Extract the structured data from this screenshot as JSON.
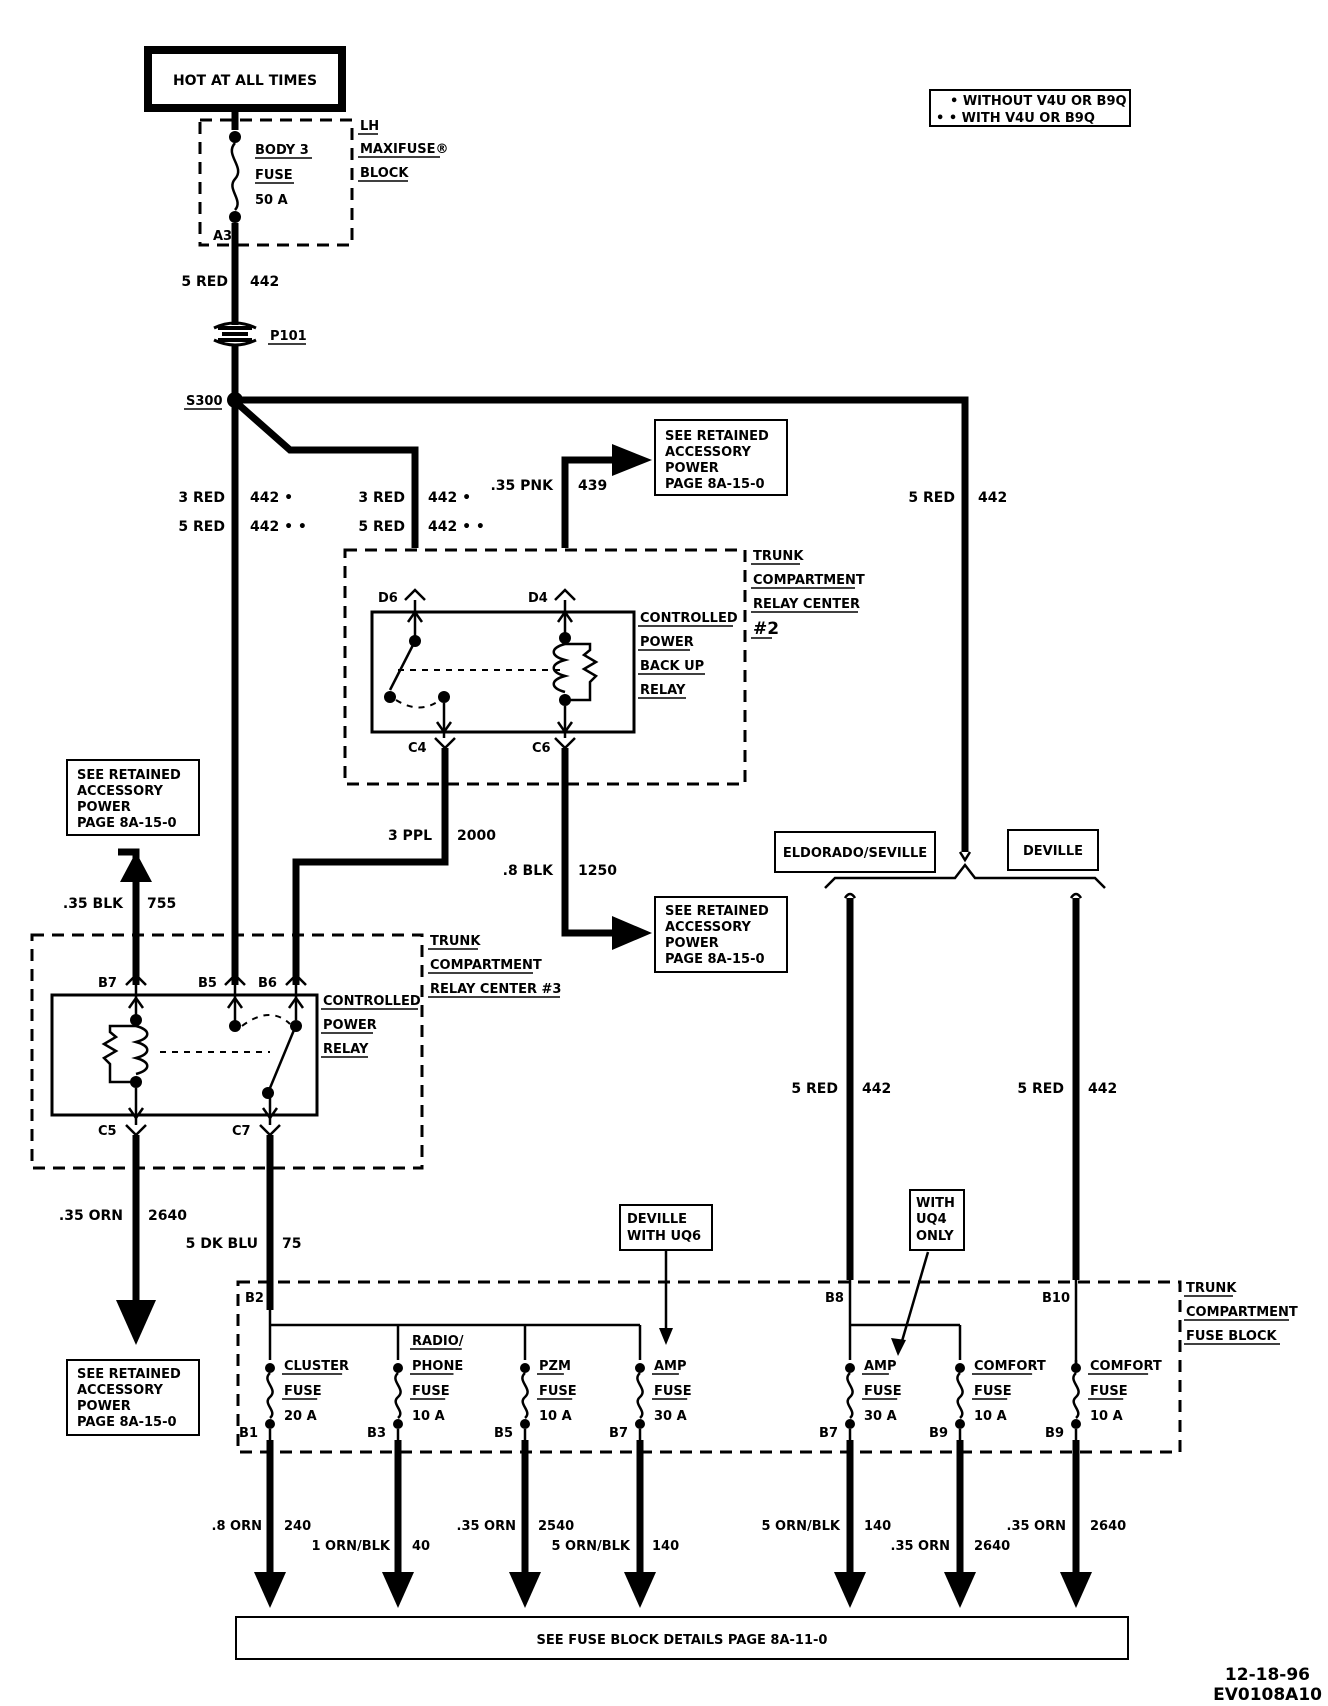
{
  "header": {
    "hot_label": "HOT AT ALL TIMES"
  },
  "legend": {
    "line1": "• WITHOUT V4U OR B9Q",
    "line2": "• • WITH V4U OR B9Q"
  },
  "maxifuse": {
    "block_l1": "LH",
    "block_l2": "MAXIFUSE®",
    "block_l3": "BLOCK",
    "fuse_l1": "BODY 3",
    "fuse_l2": "FUSE",
    "fuse_l3": "50 A",
    "pin": "A3"
  },
  "wires": {
    "w1_gauge": "5 RED",
    "w1_num": "442",
    "p101": "P101",
    "s300": "S300",
    "left_a_gauge": "3 RED",
    "left_a_num": "442 •",
    "left_b_gauge": "5 RED",
    "left_b_num": "442 • •",
    "mid_a_gauge": "3 RED",
    "mid_a_num": "442 •",
    "mid_b_gauge": "5 RED",
    "mid_b_num": "442 • •",
    "pnk_gauge": ".35 PNK",
    "pnk_num": "439",
    "right_gauge": "5 RED",
    "right_num": "442",
    "ppl_gauge": "3 PPL",
    "ppl_num": "2000",
    "blk1250_gauge": ".8 BLK",
    "blk1250_num": "1250",
    "blk755_gauge": ".35 BLK",
    "blk755_num": "755",
    "orn2640_gauge": ".35 ORN",
    "orn2640_num": "2640",
    "dkblu_gauge": "5 DK BLU",
    "dkblu_num": "75",
    "el_gauge": "5 RED",
    "el_num": "442",
    "dv_gauge": "5 RED",
    "dv_num": "442"
  },
  "see_retained": {
    "l1": "SEE RETAINED",
    "l2": "ACCESSORY",
    "l3": "POWER",
    "l4": "PAGE 8A-15-0"
  },
  "relay2": {
    "center_l1": "TRUNK",
    "center_l2": "COMPARTMENT",
    "center_l3": "RELAY CENTER",
    "center_l4": "#2",
    "relay_l1": "CONTROLLED",
    "relay_l2": "POWER",
    "relay_l3": "BACK UP",
    "relay_l4": "RELAY",
    "pin_d6": "D6",
    "pin_d4": "D4",
    "pin_c4": "C4",
    "pin_c6": "C6"
  },
  "relay3": {
    "center_l1": "TRUNK",
    "center_l2": "COMPARTMENT",
    "center_l3": "RELAY CENTER #3",
    "relay_l1": "CONTROLLED",
    "relay_l2": "POWER",
    "relay_l3": "RELAY",
    "pin_b7": "B7",
    "pin_b5": "B5",
    "pin_b6": "B6",
    "pin_c5": "C5",
    "pin_c7": "C7"
  },
  "variants": {
    "eldorado": "ELDORADO/SEVILLE",
    "deville": "DEVILLE"
  },
  "notes": {
    "deville_uq6_l1": "DEVILLE",
    "deville_uq6_l2": "WITH UQ6",
    "uq4_l1": "WITH",
    "uq4_l2": "UQ4",
    "uq4_l3": "ONLY"
  },
  "fuse_block": {
    "l1": "TRUNK",
    "l2": "COMPARTMENT",
    "l3": "FUSE BLOCK",
    "pin_b2": "B2",
    "pin_b8": "B8",
    "pin_b10": "B10",
    "fuses": [
      {
        "name1": "CLUSTER",
        "name2": "FUSE",
        "amps": "20 A",
        "pin": "B1",
        "gauge": ".8 ORN",
        "num": "240"
      },
      {
        "name1": "RADIO/",
        "name2": "PHONE",
        "name3": "FUSE",
        "amps": "10 A",
        "pin": "B3",
        "gauge": "1 ORN/BLK",
        "num": "40"
      },
      {
        "name1": "PZM",
        "name2": "FUSE",
        "amps": "10 A",
        "pin": "B5",
        "gauge": ".35 ORN",
        "num": "2540"
      },
      {
        "name1": "AMP",
        "name2": "FUSE",
        "amps": "30 A",
        "pin": "B7",
        "gauge": "5 ORN/BLK",
        "num": "140"
      },
      {
        "name1": "AMP",
        "name2": "FUSE",
        "amps": "30 A",
        "pin": "B7",
        "gauge": "5 ORN/BLK",
        "num": "140"
      },
      {
        "name1": "COMFORT",
        "name2": "FUSE",
        "amps": "10 A",
        "pin": "B9",
        "gauge": ".35 ORN",
        "num": "2640"
      },
      {
        "name1": "COMFORT",
        "name2": "FUSE",
        "amps": "10 A",
        "pin": "B9",
        "gauge": ".35 ORN",
        "num": "2640"
      }
    ]
  },
  "footer": {
    "details": "SEE FUSE BLOCK DETAILS PAGE 8A-11-0",
    "date": "12-18-96",
    "code": "EV0108A10"
  }
}
